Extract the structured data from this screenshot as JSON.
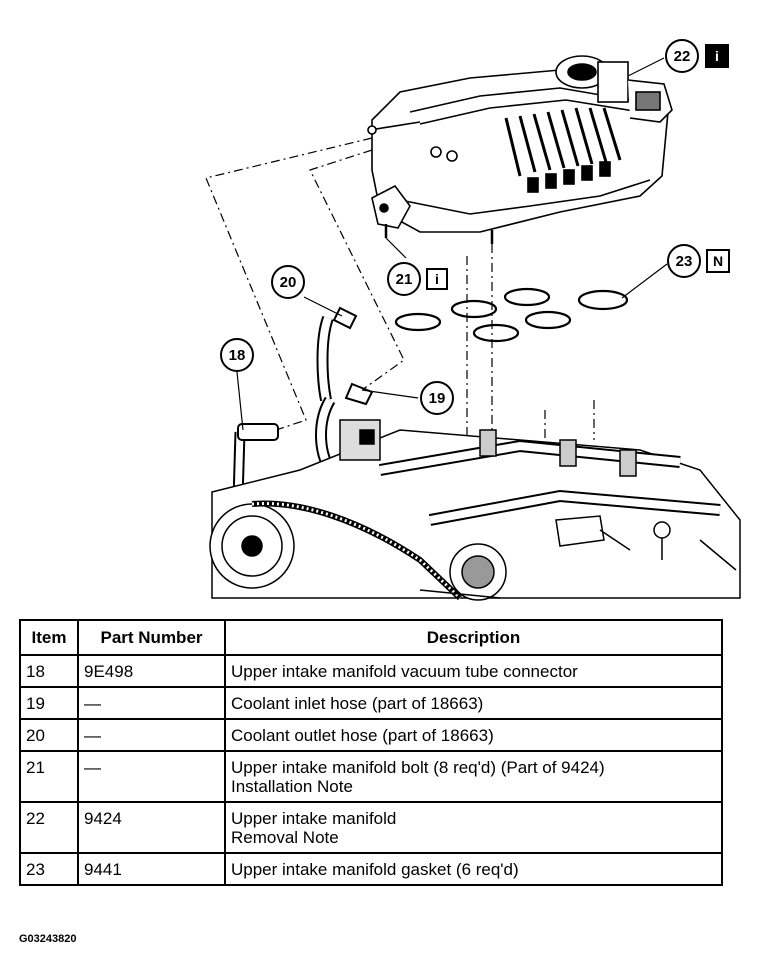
{
  "callouts": {
    "c18": "18",
    "c19": "19",
    "c20": "20",
    "c21": "21",
    "c22": "22",
    "c23": "23"
  },
  "badges": {
    "b21": "i",
    "b22": "i",
    "b23": "N"
  },
  "table": {
    "headers": {
      "item": "Item",
      "part": "Part Number",
      "desc": "Description"
    },
    "rows": [
      {
        "item": "18",
        "part": "9E498",
        "desc": [
          "Upper intake manifold vacuum tube connector"
        ]
      },
      {
        "item": "19",
        "part": "—",
        "desc": [
          "Coolant inlet hose (part of 18663)"
        ]
      },
      {
        "item": "20",
        "part": "—",
        "desc": [
          "Coolant outlet hose (part of 18663)"
        ]
      },
      {
        "item": "21",
        "part": "—",
        "desc": [
          "Upper intake manifold bolt (8 req'd) (Part of 9424)",
          "Installation Note"
        ]
      },
      {
        "item": "22",
        "part": "9424",
        "desc": [
          "Upper intake manifold",
          "Removal Note"
        ]
      },
      {
        "item": "23",
        "part": "9441",
        "desc": [
          "Upper intake manifold gasket (6 req'd)"
        ]
      }
    ]
  },
  "footer": {
    "code": "G03243820"
  },
  "icons": {
    "info_badge": "info-icon",
    "new_part_badge": "new-part-icon"
  }
}
